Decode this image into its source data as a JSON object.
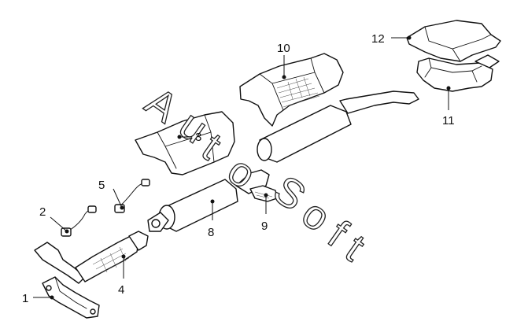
{
  "diagram": {
    "watermark": [
      "A",
      "u",
      "t",
      "o",
      "S",
      "o",
      "f",
      "t"
    ],
    "callouts": [
      "1",
      "2",
      "3",
      "4",
      "5",
      "8",
      "9",
      "10",
      "11",
      "12"
    ]
  }
}
